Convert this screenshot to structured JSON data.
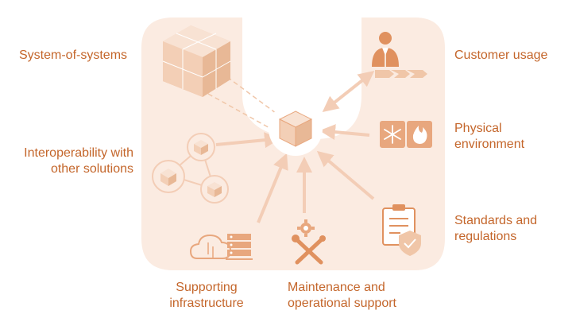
{
  "labels": {
    "system_of_systems": "System-of-systems",
    "interoperability_l1": "Interoperability with",
    "interoperability_l2": "other solutions",
    "customer_usage": "Customer usage",
    "physical_l1": "Physical",
    "physical_l2": "environment",
    "standards_l1": "Standards and",
    "standards_l2": "regulations",
    "supporting_l1": "Supporting",
    "supporting_l2": "infrastructure",
    "maintenance_l1": "Maintenance and",
    "maintenance_l2": "operational support"
  },
  "colors": {
    "accent": "#C4662B",
    "icon_light": "#F0C6A8",
    "icon_mid": "#E8A77E",
    "panel": "#FBEBE1",
    "arrow": "#F3CDB6"
  },
  "icons": [
    "cube-stack-icon",
    "cube-icon",
    "network-cubes-icon",
    "person-icon",
    "snowflake-icon",
    "flame-icon",
    "clipboard-icon",
    "shield-check-icon",
    "cloud-server-icon",
    "gear-icon",
    "wrench-screwdriver-icon"
  ]
}
